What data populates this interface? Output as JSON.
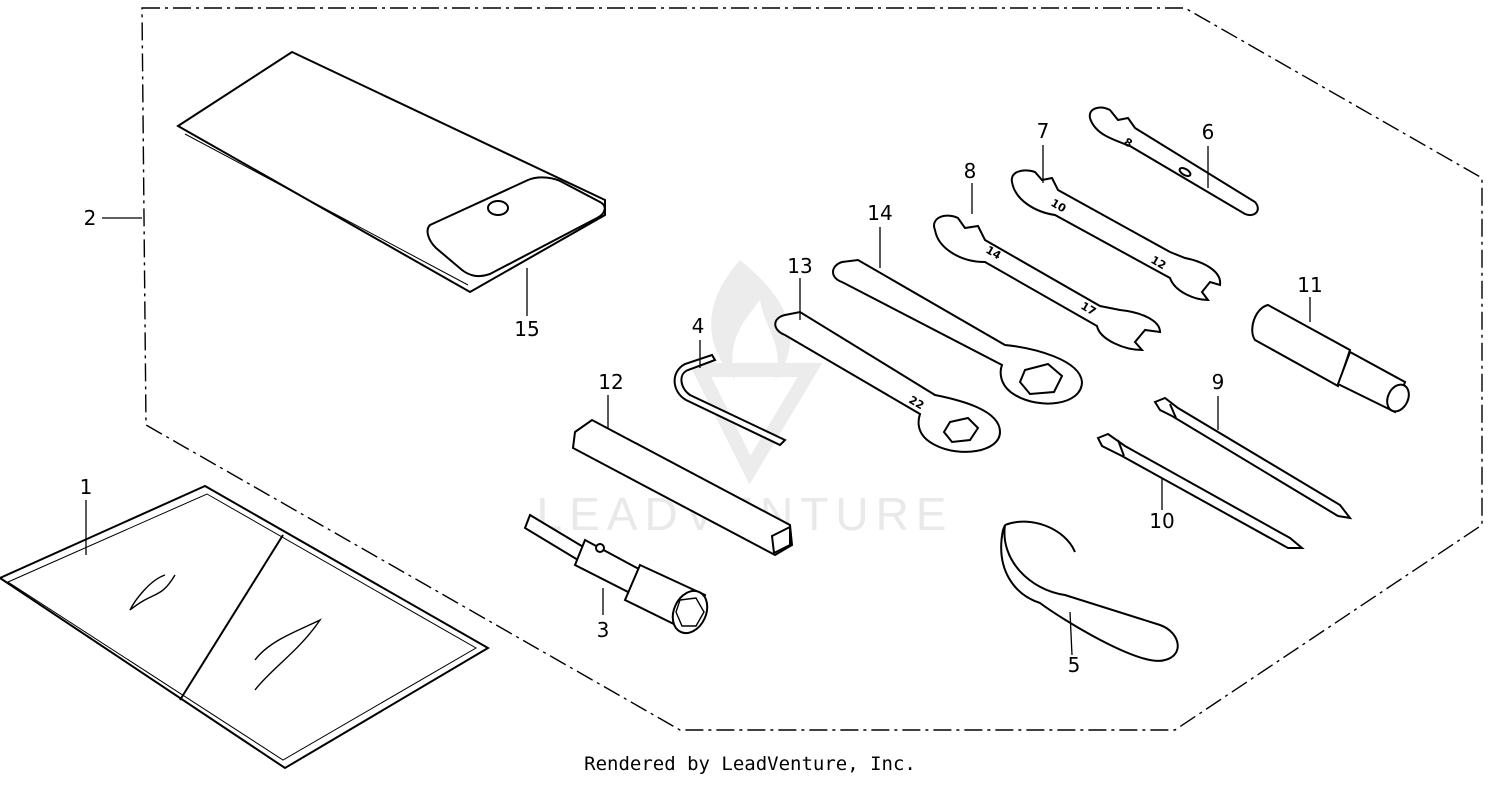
{
  "callouts": {
    "c1": "1",
    "c2": "2",
    "c3": "3",
    "c4": "4",
    "c5": "5",
    "c6": "6",
    "c7": "7",
    "c8": "8",
    "c9": "9",
    "c10": "10",
    "c11": "11",
    "c12": "12",
    "c13": "13",
    "c14": "14",
    "c15": "15"
  },
  "stamps": {
    "w6": "8",
    "w7a": "10",
    "w7b": "12",
    "w8a": "14",
    "w8b": "17",
    "w13": "22"
  },
  "watermark": "LEADVENTURE",
  "credit": "Rendered by LeadVenture, Inc."
}
